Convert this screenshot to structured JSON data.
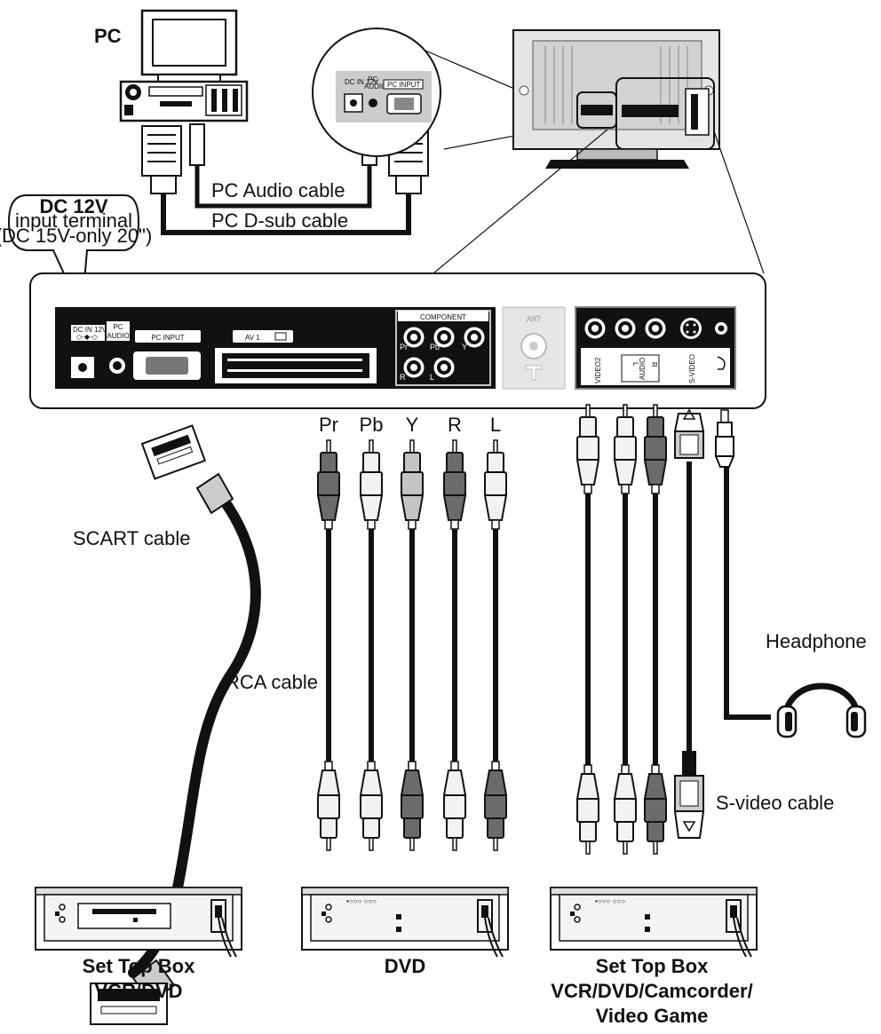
{
  "labels": {
    "pc": "PC",
    "pc_audio_cable": "PC Audio cable",
    "pc_dsub_cable": "PC D-sub cable",
    "dc_title": "DC 12V",
    "dc_line2": "input terminal",
    "dc_line3": "(DC 15V-only 20\")",
    "scart_cable": "SCART cable",
    "rca_cable": "RCA cable",
    "headphone": "Headphone",
    "svideo_cable": "S-video cable"
  },
  "panel": {
    "dc_in": "DC IN 12V",
    "pc_audio_1": "PC",
    "pc_audio_2": "AUDIO",
    "pc_input": "PC INPUT",
    "av1": "AV 1",
    "component": "COMPONENT",
    "comp_pr": "Pr",
    "comp_pb": "Pb",
    "comp_y": "Y",
    "comp_r": "R",
    "comp_l": "L",
    "ant": "ANT",
    "video2": "VIDEO2",
    "audio": "AUDIO",
    "audio_l": "L",
    "audio_r": "R",
    "svideo": "S-VIDEO"
  },
  "inset": {
    "dc_in": "DC IN 12V",
    "pc_audio_1": "PC",
    "pc_audio_2": "AUDIO",
    "pc_input": "PC INPUT"
  },
  "component_plugs": [
    "Pr",
    "Pb",
    "Y",
    "R",
    "L"
  ],
  "devices": [
    {
      "line1": "Set Top Box",
      "line2": "VCR/DVD",
      "line3": ""
    },
    {
      "line1": "DVD",
      "line2": "",
      "line3": ""
    },
    {
      "line1": "Set Top Box",
      "line2": "VCR/DVD/Camcorder/",
      "line3": "Video Game"
    }
  ],
  "colors": {
    "ink": "#111111",
    "panel_black": "#111111",
    "plug_dark": "#6b6b6b",
    "plug_light": "#f2f2f2",
    "plug_mid": "#c4c4c4"
  }
}
